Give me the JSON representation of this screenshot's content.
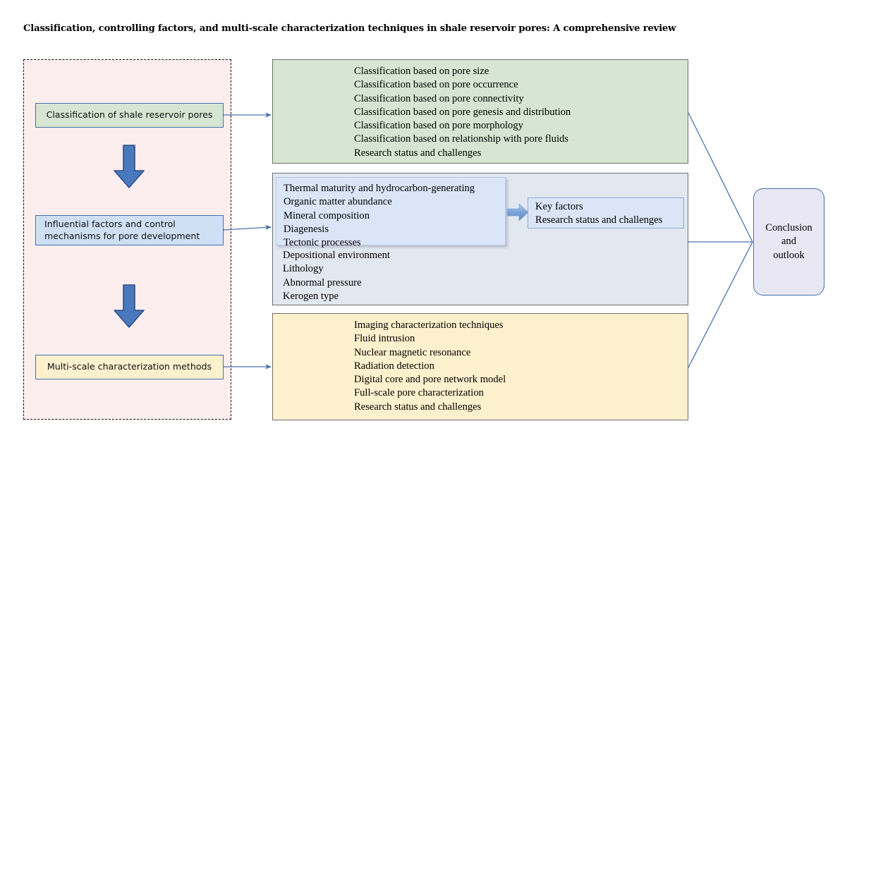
{
  "title": "Classification, controlling factors, and multi-scale characterization techniques in shale reservoir pores: A comprehensive review",
  "colors": {
    "green": "#d6e6d2",
    "blue_panel": "#e2e8f0",
    "blue_inner": "#dbe5f8",
    "yellow": "#fdf0cd",
    "pink_container": "#fcedef",
    "lavender": "#eae7f5",
    "arrow_blue": "#4472a8",
    "connector_blue": "#4a73ad"
  },
  "left_column": {
    "stages": [
      {
        "id": "stage-1",
        "label": "Classification of shale reservoir pores",
        "fill": "#d6e6d2"
      },
      {
        "id": "stage-2",
        "line1": "Influential factors and control",
        "line2": "mechanisms for pore development",
        "fill": "#cfe0f5"
      },
      {
        "id": "stage-3",
        "label": "Multi-scale characterization methods",
        "fill": "#fdf0cd"
      }
    ],
    "arrows": [
      "down-arrow-1",
      "down-arrow-2"
    ]
  },
  "panels": {
    "classification": {
      "fill": "#d6e6d2",
      "items": [
        "Classification based on pore size",
        "Classification based on pore occurrence",
        "Classification based on pore connectivity",
        "Classification based on pore genesis and distribution",
        "Classification based on pore morphology",
        "Classification based on relationship with pore fluids",
        "Research status and challenges"
      ]
    },
    "factors": {
      "fill": "#e2e8f0",
      "primary_items": [
        "Thermal maturity and hydrocarbon-generating",
        "Organic matter abundance",
        "Mineral composition",
        "Diagenesis",
        "Tectonic processes"
      ],
      "secondary_items": [
        "Depositional environment",
        "Lithology",
        "Abnormal pressure",
        "Kerogen type"
      ]
    },
    "methods": {
      "fill": "#fdf0cd",
      "items": [
        "Imaging characterization techniques",
        "Fluid intrusion",
        "Nuclear magnetic resonance",
        "Radiation detection",
        "Digital core and pore network model",
        "Full-scale pore characterization",
        "Research status and challenges"
      ]
    }
  },
  "key_factors": {
    "items": [
      "Key factors",
      "Research status and challenges"
    ]
  },
  "conclusion": {
    "lines": [
      "Conclusion",
      "and",
      "outlook"
    ]
  }
}
